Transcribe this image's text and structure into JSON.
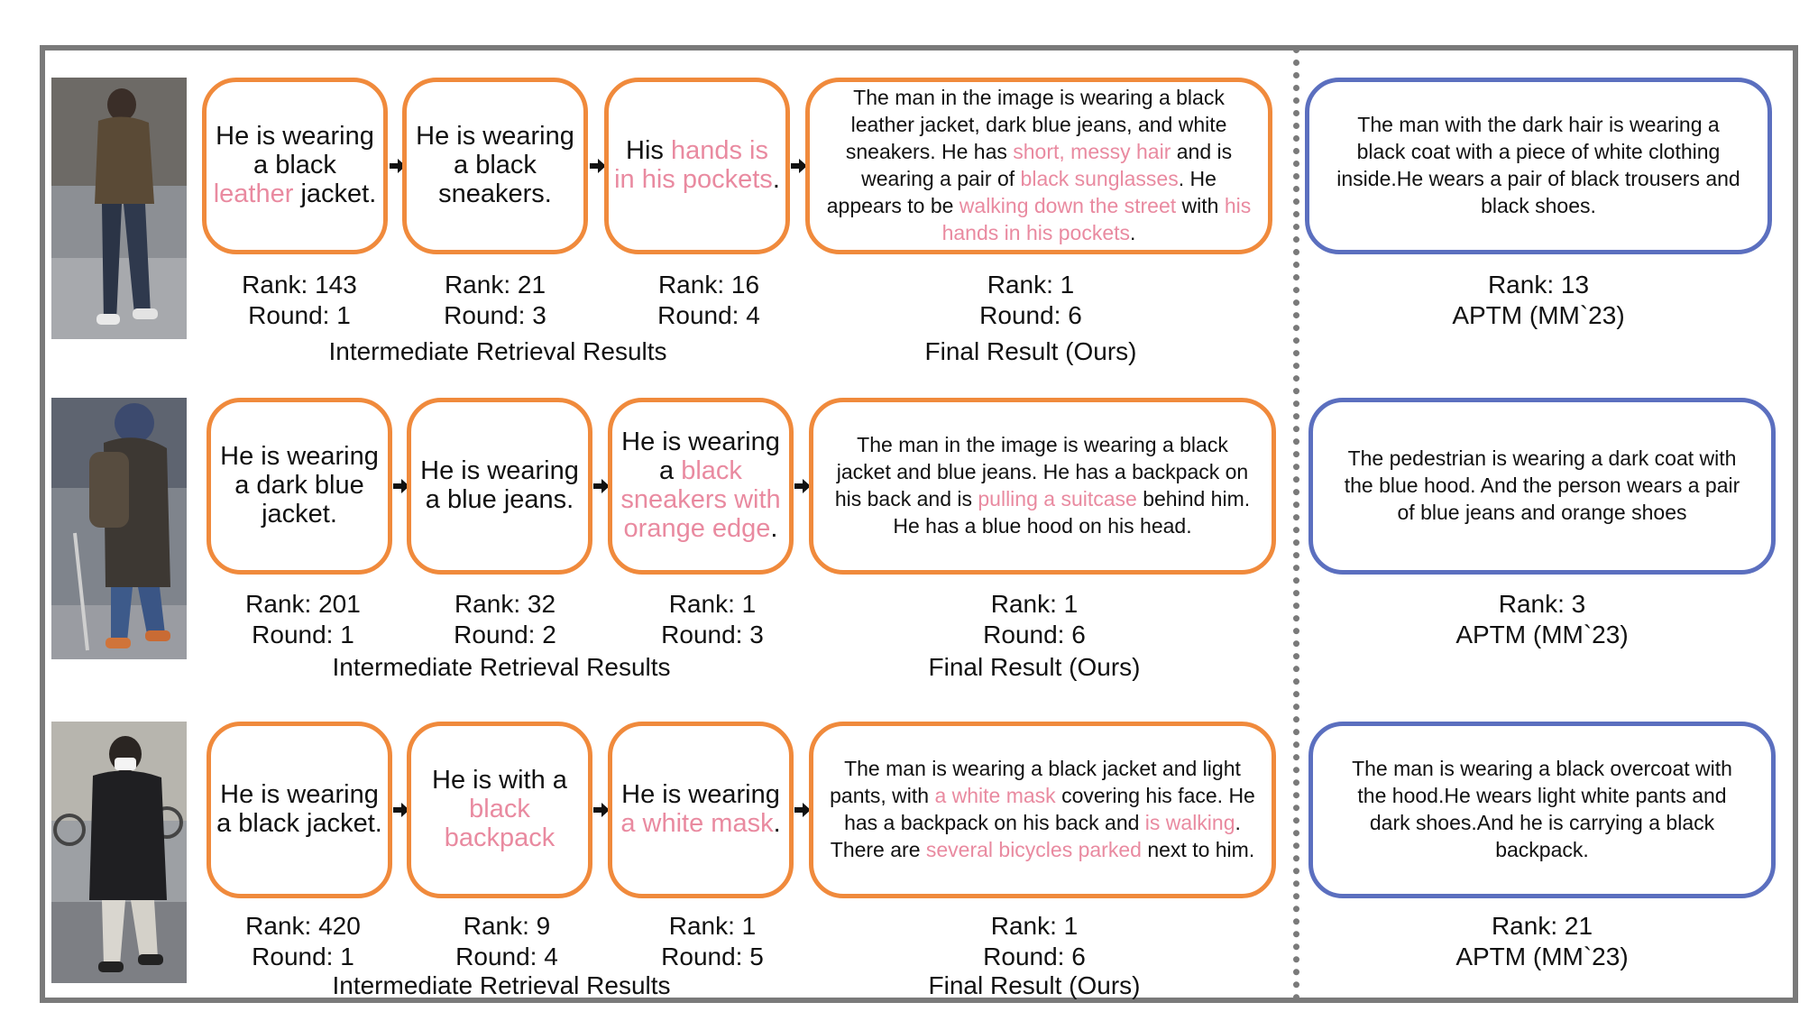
{
  "rows": [
    {
      "steps": [
        {
          "segments": [
            {
              "t": "He is wearing a black ",
              "h": false
            },
            {
              "t": "leather",
              "h": true
            },
            {
              "t": " jacket.",
              "h": false
            }
          ],
          "rank": "Rank: 143",
          "round": "Round: 1"
        },
        {
          "segments": [
            {
              "t": "He is wearing a black sneakers.",
              "h": false
            }
          ],
          "rank": "Rank: 21",
          "round": "Round: 3"
        },
        {
          "segments": [
            {
              "t": "His ",
              "h": false
            },
            {
              "t": "hands is in his pockets",
              "h": true
            },
            {
              "t": ".",
              "h": false
            }
          ],
          "rank": "Rank: 16",
          "round": "Round: 4"
        }
      ],
      "final": {
        "segments": [
          {
            "t": "The man in the image is wearing a black leather jacket, dark blue jeans, and white sneakers. He has ",
            "h": false
          },
          {
            "t": "short, messy hair",
            "h": true
          },
          {
            "t": " and is wearing a pair of ",
            "h": false
          },
          {
            "t": "black sunglasses",
            "h": true
          },
          {
            "t": ". He appears to be ",
            "h": false
          },
          {
            "t": "walking down the street",
            "h": true
          },
          {
            "t": " with ",
            "h": false
          },
          {
            "t": "his hands in his pockets",
            "h": true
          },
          {
            "t": ".",
            "h": false
          }
        ],
        "rank": "Rank: 1",
        "round": "Round: 6"
      },
      "intermediate_label": "Intermediate Retrieval Results",
      "final_label": "Final Result (Ours)",
      "baseline": {
        "text": "The man with the dark hair is wearing a black coat with a piece of white clothing inside.He wears a pair of black trousers and black shoes.",
        "rank": "Rank: 13",
        "method": "APTM (MM`23)"
      }
    },
    {
      "steps": [
        {
          "segments": [
            {
              "t": "He is wearing a dark blue jacket.",
              "h": false
            }
          ],
          "rank": "Rank: 201",
          "round": "Round: 1"
        },
        {
          "segments": [
            {
              "t": "He is wearing a blue jeans.",
              "h": false
            }
          ],
          "rank": "Rank: 32",
          "round": "Round: 2"
        },
        {
          "segments": [
            {
              "t": "He is wearing a ",
              "h": false
            },
            {
              "t": "black sneakers with orange edge",
              "h": true
            },
            {
              "t": ".",
              "h": false
            }
          ],
          "rank": "Rank: 1",
          "round": "Round: 3"
        }
      ],
      "final": {
        "segments": [
          {
            "t": "The man in the image is wearing a black jacket and blue jeans. He has a backpack on his back and is ",
            "h": false
          },
          {
            "t": "pulling a suitcase",
            "h": true
          },
          {
            "t": " behind him. He has a blue hood on his head.",
            "h": false
          }
        ],
        "rank": "Rank: 1",
        "round": "Round: 6"
      },
      "intermediate_label": "Intermediate Retrieval Results",
      "final_label": "Final Result (Ours)",
      "baseline": {
        "text": "The pedestrian is wearing a dark coat with the blue hood. And the person wears a pair of blue jeans and orange shoes",
        "rank": "Rank: 3",
        "method": "APTM (MM`23)"
      }
    },
    {
      "steps": [
        {
          "segments": [
            {
              "t": "He is wearing a black jacket.",
              "h": false
            }
          ],
          "rank": "Rank: 420",
          "round": "Round: 1"
        },
        {
          "segments": [
            {
              "t": "He is with a ",
              "h": false
            },
            {
              "t": "black backpack",
              "h": true
            }
          ],
          "rank": "Rank: 9",
          "round": "Round: 4"
        },
        {
          "segments": [
            {
              "t": "He is wearing ",
              "h": false
            },
            {
              "t": "a white mask",
              "h": true
            },
            {
              "t": ".",
              "h": false
            }
          ],
          "rank": "Rank: 1",
          "round": "Round: 5"
        }
      ],
      "final": {
        "segments": [
          {
            "t": "The man is wearing a black jacket and light pants, with ",
            "h": false
          },
          {
            "t": "a white mask",
            "h": true
          },
          {
            "t": " covering his face. He has a backpack on his back and ",
            "h": false
          },
          {
            "t": "is walking",
            "h": true
          },
          {
            "t": ". There are ",
            "h": false
          },
          {
            "t": "several bicycles parked",
            "h": true
          },
          {
            "t": " next to him.",
            "h": false
          }
        ],
        "rank": "Rank: 1",
        "round": "Round: 6"
      },
      "intermediate_label": "Intermediate Retrieval Results",
      "final_label": "Final Result (Ours)",
      "baseline": {
        "text": "The man is wearing a black overcoat with the hood.He wears light white pants and dark shoes.And he is carrying a black backpack.",
        "rank": "Rank: 21",
        "method": "APTM (MM`23)"
      }
    }
  ],
  "colors": {
    "ours_border": "#f08a3c",
    "baseline_border": "#5b6fbf",
    "highlight": "#e98aa0",
    "frame": "#7a7a7a"
  }
}
